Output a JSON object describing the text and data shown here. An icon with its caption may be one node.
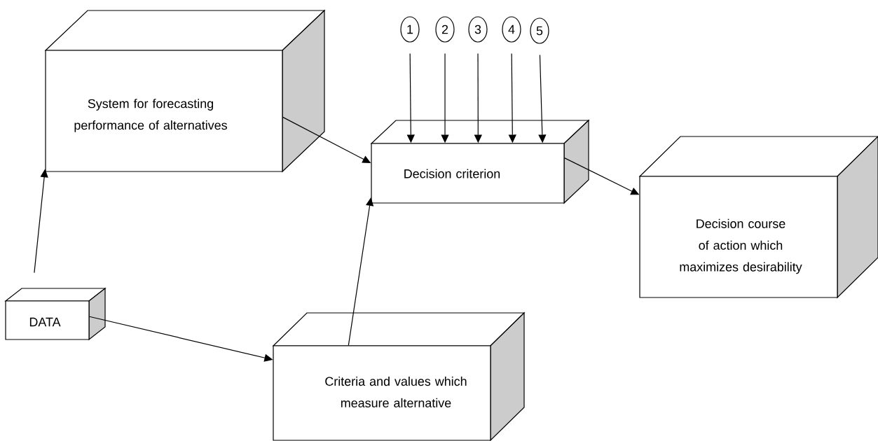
{
  "diagram": {
    "nodes": [
      {
        "text": [
          "System for forecasting performance of alternatives"
        ]
      },
      {
        "text": [
          "1"
        ]
      },
      {
        "text": [
          "2"
        ]
      },
      {
        "text": [
          "3"
        ]
      },
      {
        "text": [
          "4"
        ]
      },
      {
        "text": [
          "5"
        ]
      },
      {
        "text": [
          "Decision criterion"
        ]
      },
      {
        "text": [
          "Decision course of action which maximizes desirability"
        ]
      },
      {
        "text": [
          "DATA"
        ]
      },
      {
        "text": [
          "Criteria and values which measure alternative"
        ]
      }
    ],
    "edges": [
      {
        "from": 8,
        "to": 0,
        "arrow": "to"
      },
      {
        "from": 0,
        "to": 6,
        "arrow": "to"
      },
      {
        "from": 1,
        "to": 6,
        "arrow": "to"
      },
      {
        "from": 2,
        "to": 6,
        "arrow": "to"
      },
      {
        "from": 3,
        "to": 6,
        "arrow": "to"
      },
      {
        "from": 4,
        "to": 6,
        "arrow": "to"
      },
      {
        "from": 5,
        "to": 6,
        "arrow": "to"
      },
      {
        "from": 6,
        "to": 7,
        "arrow": "to"
      },
      {
        "from": 8,
        "to": 9,
        "arrow": "to"
      },
      {
        "from": 9,
        "to": 6,
        "arrow": "to"
      }
    ]
  }
}
